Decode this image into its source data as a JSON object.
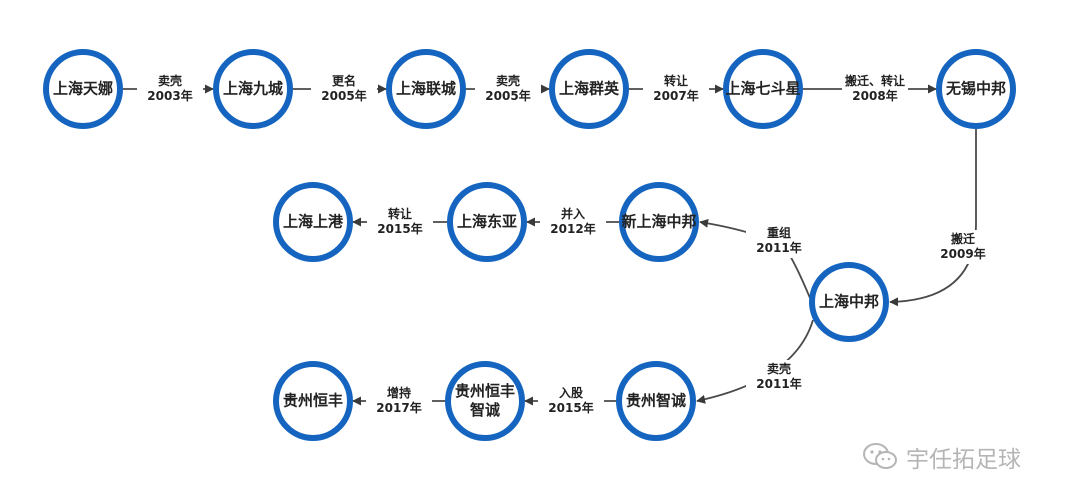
{
  "colors": {
    "accent": "#1565c0",
    "edge": "#4a4a4a",
    "text": "#222222",
    "watermark": "#b5b5b5"
  },
  "nodes": [
    {
      "id": "tianna",
      "lines": [
        "上海天娜"
      ]
    },
    {
      "id": "jiucheng",
      "lines": [
        "上海九城"
      ]
    },
    {
      "id": "liancheng",
      "lines": [
        "上海联城"
      ]
    },
    {
      "id": "qunying",
      "lines": [
        "上海群英"
      ]
    },
    {
      "id": "qidouxing",
      "lines": [
        "上海七斗星"
      ]
    },
    {
      "id": "wuxi",
      "lines": [
        "无锡中邦"
      ]
    },
    {
      "id": "zhongbang",
      "lines": [
        "上海中邦"
      ]
    },
    {
      "id": "xinshanghai",
      "lines": [
        "新上海中邦"
      ]
    },
    {
      "id": "dongya",
      "lines": [
        "上海东亚"
      ]
    },
    {
      "id": "shanggang",
      "lines": [
        "上海上港"
      ]
    },
    {
      "id": "zhicheng",
      "lines": [
        "贵州智诚"
      ]
    },
    {
      "id": "hengfengzhicheng",
      "lines": [
        "贵州恒丰",
        "智诚"
      ]
    },
    {
      "id": "hengfeng",
      "lines": [
        "贵州恒丰"
      ]
    }
  ],
  "edges": [
    {
      "from": "tianna",
      "to": "jiucheng",
      "lines": [
        "卖壳",
        "2003年"
      ]
    },
    {
      "from": "jiucheng",
      "to": "liancheng",
      "lines": [
        "更名",
        "2005年"
      ]
    },
    {
      "from": "liancheng",
      "to": "qunying",
      "lines": [
        "卖壳",
        "2005年"
      ]
    },
    {
      "from": "qunying",
      "to": "qidouxing",
      "lines": [
        "转让",
        "2007年"
      ]
    },
    {
      "from": "qidouxing",
      "to": "wuxi",
      "lines": [
        "搬迁、转让",
        "2008年"
      ]
    },
    {
      "from": "wuxi",
      "to": "zhongbang",
      "lines": [
        "搬迁",
        "2009年"
      ]
    },
    {
      "from": "zhongbang",
      "to": "xinshanghai",
      "lines": [
        "重组",
        "2011年"
      ]
    },
    {
      "from": "xinshanghai",
      "to": "dongya",
      "lines": [
        "并入",
        "2012年"
      ]
    },
    {
      "from": "dongya",
      "to": "shanggang",
      "lines": [
        "转让",
        "2015年"
      ]
    },
    {
      "from": "zhongbang",
      "to": "zhicheng",
      "lines": [
        "卖壳",
        "2011年"
      ]
    },
    {
      "from": "zhicheng",
      "to": "hengfengzhicheng",
      "lines": [
        "入股",
        "2015年"
      ]
    },
    {
      "from": "hengfengzhicheng",
      "to": "hengfeng",
      "lines": [
        "增持",
        "2017年"
      ]
    }
  ],
  "watermark": {
    "text": "宇任拓足球",
    "icon": "wechat-icon"
  }
}
